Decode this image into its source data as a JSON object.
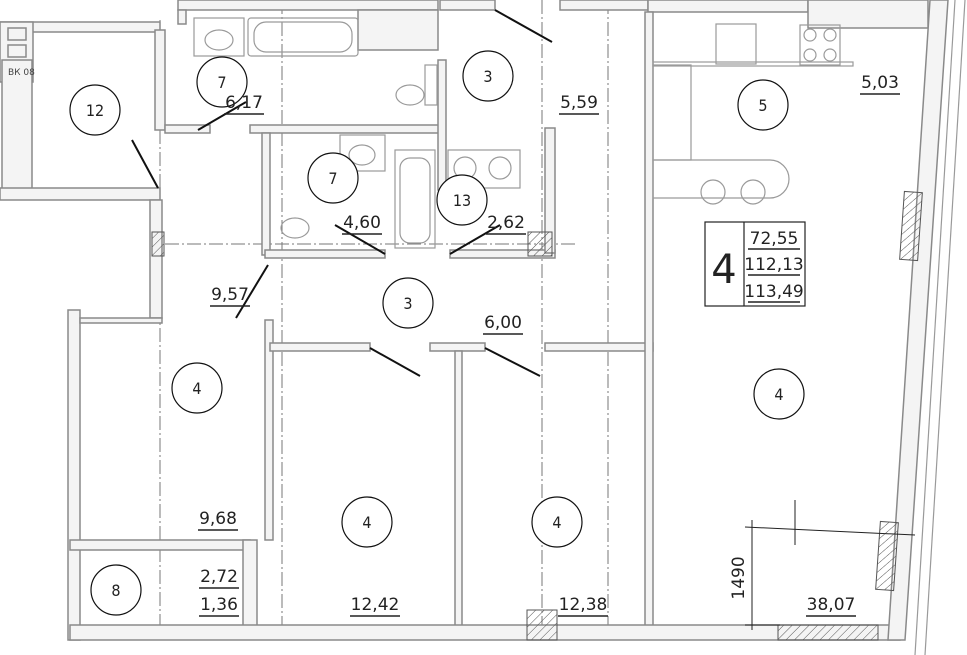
{
  "plan": {
    "rooms": [
      {
        "marker": "12"
      },
      {
        "marker": "7"
      },
      {
        "marker": "3"
      },
      {
        "marker": "7"
      },
      {
        "marker": "13"
      },
      {
        "marker": "5"
      },
      {
        "marker": "3"
      },
      {
        "marker": "4"
      },
      {
        "marker": "4"
      },
      {
        "marker": "4"
      },
      {
        "marker": "4"
      },
      {
        "marker": "8"
      }
    ],
    "areas": [
      "6,17",
      "5,59",
      "5,03",
      "4,60",
      "2,62",
      "9,57",
      "6,00",
      "9,68",
      "2,72",
      "1,36",
      "12,42",
      "12,38",
      "38,07"
    ],
    "dimension": "1490",
    "riser_label": "ВК 08",
    "summary": {
      "rooms_count": "4",
      "living_area": "72,55",
      "total_area": "112,13",
      "total_area_with_balcony": "113,49"
    }
  }
}
